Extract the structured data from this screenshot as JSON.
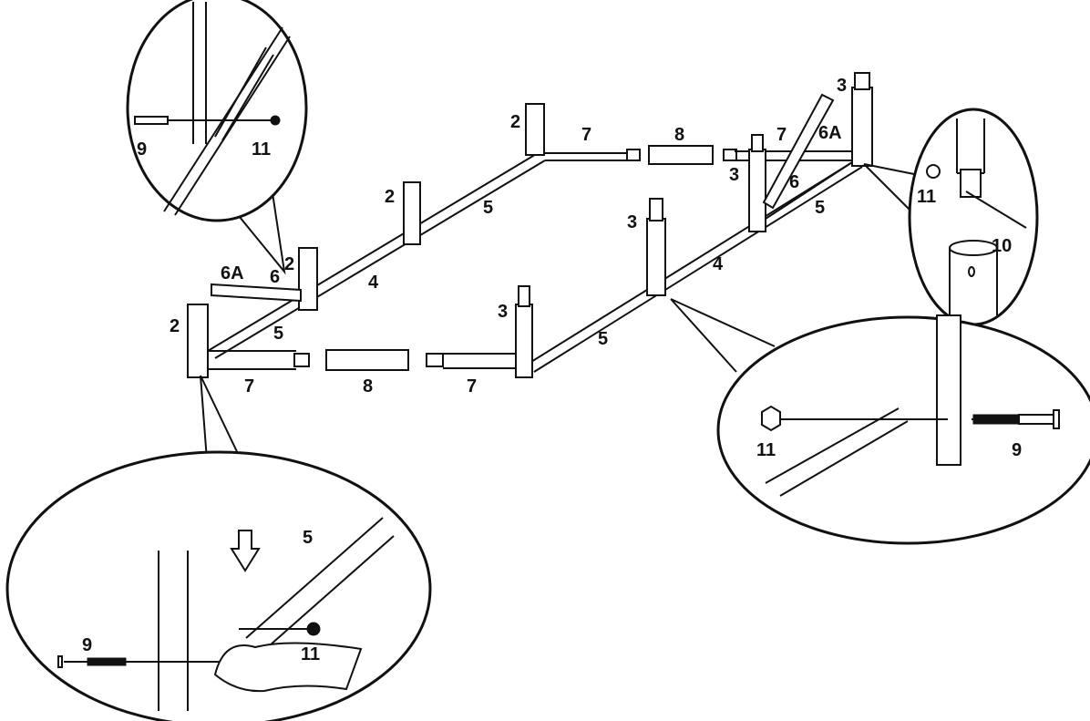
{
  "colors": {
    "ink": "#111111",
    "background": "#ffffff"
  },
  "labels": {
    "left_callout": {
      "p9": "9",
      "p11": "11"
    },
    "right_callout": {
      "p11": "11",
      "p10": "10"
    },
    "mid_right_callout": {
      "p11": "11",
      "p9": "9"
    },
    "bottom_callout": {
      "p5": "5",
      "p11": "11",
      "p9": "9"
    },
    "frame": {
      "p2_a": "2",
      "p2_b": "2",
      "p2_c": "2",
      "p2_d": "2",
      "p3_a": "3",
      "p3_b": "3",
      "p3_c": "3",
      "p3_d": "3",
      "p4_a": "4",
      "p4_b": "4",
      "p5_a": "5",
      "p5_b": "5",
      "p5_c": "5",
      "p5_d": "5",
      "p6_a": "6",
      "p6_b": "6",
      "p6A_a": "6A",
      "p6A_b": "6A",
      "p7_a": "7",
      "p7_b": "7",
      "p7_c": "7",
      "p7_d": "7",
      "p8_a": "8",
      "p8_b": "8"
    }
  }
}
